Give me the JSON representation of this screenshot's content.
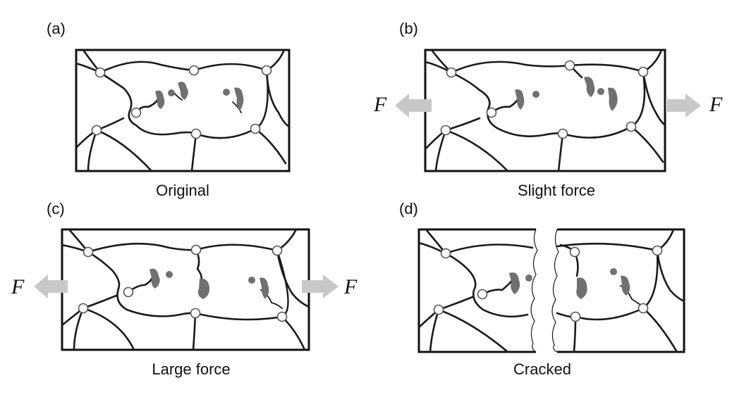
{
  "figure": {
    "panels": [
      {
        "letter": "(a)",
        "caption": "Original"
      },
      {
        "letter": "(b)",
        "caption": "Slight force"
      },
      {
        "letter": "(c)",
        "caption": "Large force"
      },
      {
        "letter": "(d)",
        "caption": "Cracked"
      }
    ],
    "force_symbol": "F",
    "colors": {
      "line": "#1a1a1a",
      "blob": "#707070",
      "arrow": "#c8c8c8"
    }
  }
}
